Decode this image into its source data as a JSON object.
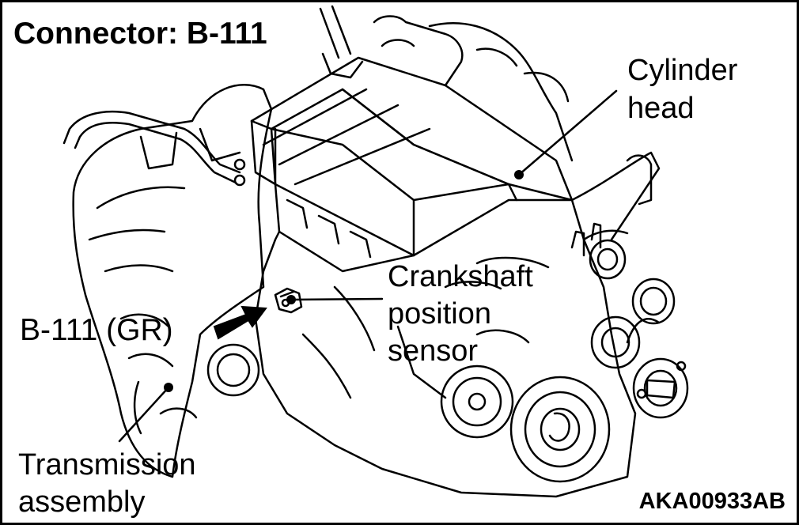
{
  "title": "Connector: B-111",
  "labels": {
    "cylinder_head": "Cylinder\nhead",
    "crankshaft_sensor": "Crankshaft\nposition\nsensor",
    "connector": "B-111 (GR)",
    "transmission": "Transmission\nassembly"
  },
  "figure_code": "AKA00933AB",
  "colors": {
    "ink": "#000000",
    "paper": "#ffffff"
  }
}
